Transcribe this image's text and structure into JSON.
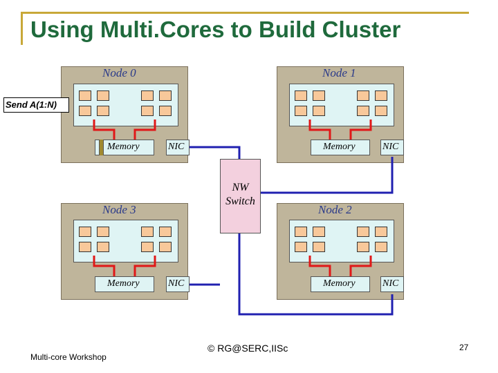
{
  "title": "Using Multi.Cores to Build Cluster",
  "nodes": [
    {
      "label": "Node 0"
    },
    {
      "label": "Node 1"
    },
    {
      "label": "Node 3"
    },
    {
      "label": "Node 2"
    }
  ],
  "memory_label": "Memory",
  "nic_label": "NIC",
  "switch": {
    "line1": "NW",
    "line2": "Switch"
  },
  "send_label": "Send A(1:N)",
  "footer": {
    "left": "Multi-core Workshop",
    "center": "© RG@SERC,IISc",
    "page_number": "27"
  },
  "colors": {
    "title": "#1f6a3c",
    "title_rule": "#c8a838",
    "node_bg": "#bfb59b",
    "board_bg": "#dff4f4",
    "core": "#f8c89a",
    "switch_bg": "#f3d0de",
    "red_link": "#e01818",
    "network_link": "#2020b0"
  }
}
